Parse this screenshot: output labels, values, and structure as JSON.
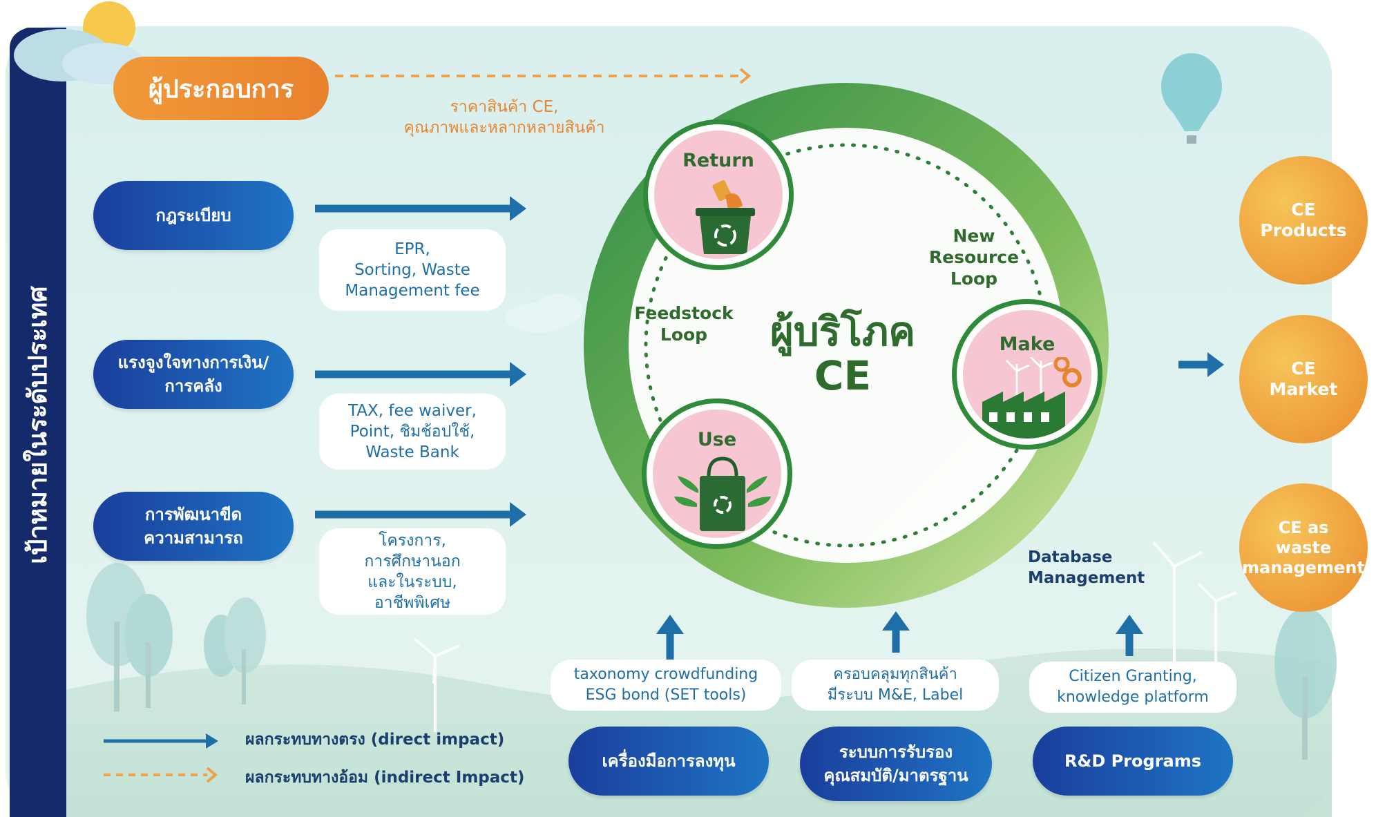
{
  "side_title": "เป้าหมายในระดับประเทศ",
  "entrepreneur": {
    "label": "ผู้ประกอบการ",
    "note_line1": "ราคาสินค้า CE,",
    "note_line2": "คุณภาพและหลากหลายสินค้า"
  },
  "policy_rows": [
    {
      "label": "กฎระเบียบ",
      "detail_lines": [
        "EPR,",
        "Sorting, Waste",
        "Management fee"
      ]
    },
    {
      "label_lines": [
        "แรงจูงใจทางการเงิน/",
        "การคลัง"
      ],
      "detail_lines": [
        "TAX, fee waiver,",
        "Point, ชิมช้อปใช้,",
        "Waste Bank"
      ]
    },
    {
      "label_lines": [
        "การพัฒนาขีด",
        "ความสามารถ"
      ],
      "detail_lines": [
        "โครงการ,",
        "การศึกษานอก",
        "และในระบบ,",
        "อาชีพพิเศษ"
      ]
    }
  ],
  "center": {
    "title_line1": "ผู้บริโภค",
    "title_line2": "CE",
    "loops": {
      "feedstock_line1": "Feedstock",
      "feedstock_line2": "Loop",
      "new_line1": "New",
      "new_line2": "Resource",
      "new_line3": "Loop"
    },
    "nodes": {
      "return": "Return",
      "make": "Make",
      "use": "Use"
    }
  },
  "database_label_line1": "Database",
  "database_label_line2": "Management",
  "outcomes": [
    {
      "lines": [
        "CE",
        "Products"
      ]
    },
    {
      "lines": [
        "CE",
        "Market"
      ]
    },
    {
      "lines": [
        "CE as",
        "waste",
        "management"
      ]
    }
  ],
  "bottom_tools": [
    {
      "detail_lines": [
        "taxonomy crowdfunding",
        "ESG bond (SET tools)"
      ],
      "label": "เครื่องมือการลงทุน"
    },
    {
      "detail_lines": [
        "ครอบคลุมทุกสินค้า",
        "มีระบบ M&E, Label"
      ],
      "label_lines": [
        "ระบบการรับรอง",
        "คุณสมบัติ/มาตรฐาน"
      ]
    },
    {
      "detail_lines": [
        "Citizen Granting,",
        "knowledge platform"
      ],
      "label": "R&D Programs"
    }
  ],
  "legend": {
    "direct": "ผลกระทบทางตรง (direct impact)",
    "indirect": "ผลกระทบทางอ้อม (indirect Impact)"
  },
  "colors": {
    "navy": "#1a3e9c",
    "blue": "#1f74c4",
    "orange": "#ea8a2c",
    "green": "#2f8a3a",
    "pink": "#f6c6d2",
    "bg_teal": "#dff1ef"
  }
}
